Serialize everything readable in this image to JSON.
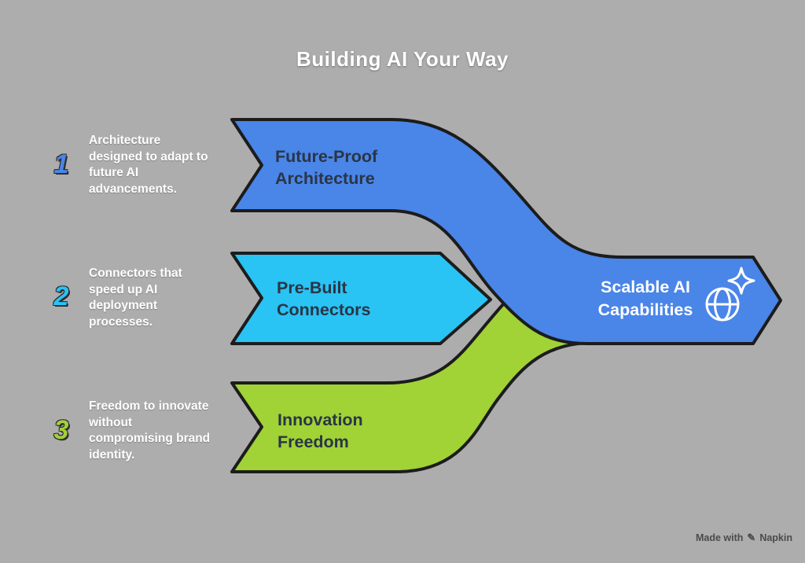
{
  "title": "Building AI Your Way",
  "colors": {
    "background": "#ADADAD",
    "outline": "#1C1C1C",
    "blue": "#4A85E8",
    "cyan": "#29C3F4",
    "green": "#A1D236",
    "arrow_text_dark": "#2A3545",
    "result_text": "#FFFFFF"
  },
  "items": [
    {
      "number": "1",
      "number_color": "#4A85E8",
      "description": "Architecture\ndesigned to adapt to\nfuture AI\nadvancements.",
      "arrow_label": "Future-Proof\nArchitecture"
    },
    {
      "number": "2",
      "number_color": "#29C3F4",
      "description": "Connectors that\nspeed up AI\ndeployment\nprocesses.",
      "arrow_label": "Pre-Built\nConnectors"
    },
    {
      "number": "3",
      "number_color": "#A1D236",
      "description": "Freedom to innovate\nwithout\ncompromising brand\nidentity.",
      "arrow_label": "Innovation\nFreedom"
    }
  ],
  "result": {
    "label": "Scalable AI\nCapabilities",
    "icons": [
      "globe-icon",
      "sparkle-icon"
    ]
  },
  "watermark": {
    "prefix": "Made with",
    "brand": "Napkin"
  }
}
